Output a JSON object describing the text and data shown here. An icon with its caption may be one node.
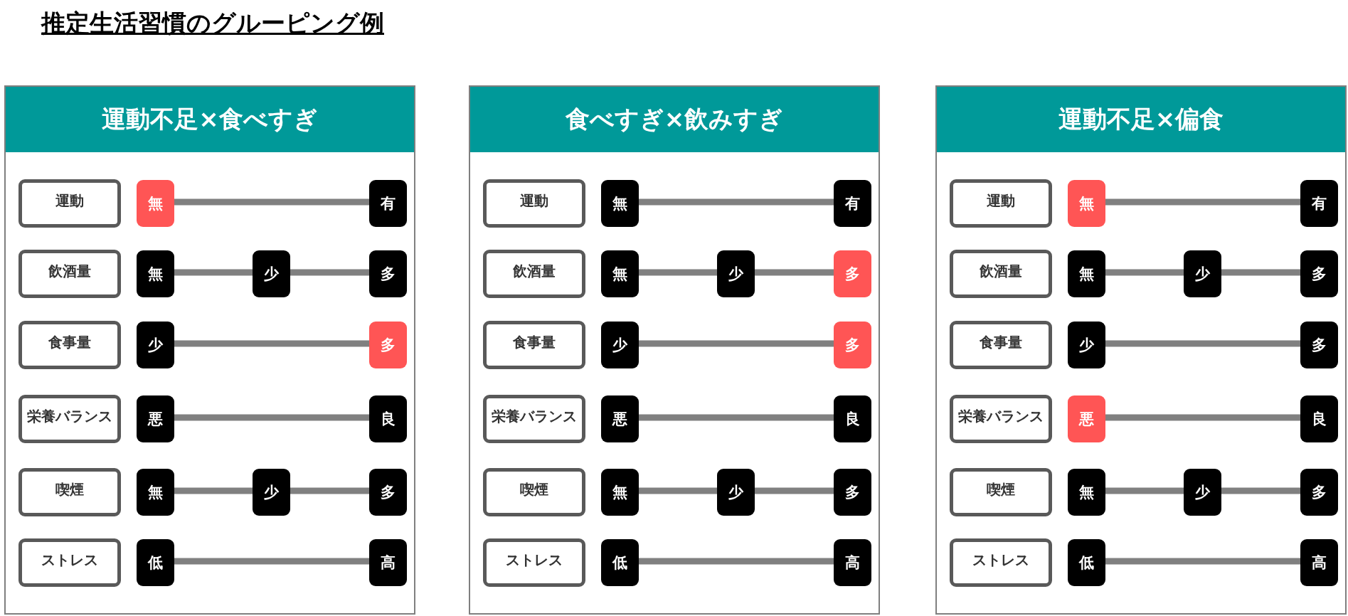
{
  "diagram": {
    "title": "推定生活習慣のグルーピング例",
    "nodes": [
      {
        "text": [
          "運動不足×食べすぎ"
        ]
      },
      {
        "text": [
          "運動"
        ],
        "in": 0
      },
      {
        "text": [
          "無"
        ],
        "in": 0
      },
      {
        "text": [
          "有"
        ],
        "in": 0
      },
      {
        "text": [
          "飲酒量"
        ],
        "in": 0
      },
      {
        "text": [
          "無"
        ],
        "in": 0
      },
      {
        "text": [
          "少"
        ],
        "in": 0
      },
      {
        "text": [
          "多"
        ],
        "in": 0
      },
      {
        "text": [
          "食事量"
        ],
        "in": 0
      },
      {
        "text": [
          "少"
        ],
        "in": 0
      },
      {
        "text": [
          "多"
        ],
        "in": 0
      },
      {
        "text": [
          "栄養バランス"
        ],
        "in": 0
      },
      {
        "text": [
          "悪"
        ],
        "in": 0
      },
      {
        "text": [
          "良"
        ],
        "in": 0
      },
      {
        "text": [
          "喫煙"
        ],
        "in": 0
      },
      {
        "text": [
          "無"
        ],
        "in": 0
      },
      {
        "text": [
          "少"
        ],
        "in": 0
      },
      {
        "text": [
          "多"
        ],
        "in": 0
      },
      {
        "text": [
          "ストレス"
        ],
        "in": 0
      },
      {
        "text": [
          "低"
        ],
        "in": 0
      },
      {
        "text": [
          "高"
        ],
        "in": 0
      },
      {
        "text": [
          "食べすぎ×飲みすぎ"
        ]
      },
      {
        "text": [
          "運動"
        ],
        "in": 21
      },
      {
        "text": [
          "無"
        ],
        "in": 21
      },
      {
        "text": [
          "有"
        ],
        "in": 21
      },
      {
        "text": [
          "飲酒量"
        ],
        "in": 21
      },
      {
        "text": [
          "無"
        ],
        "in": 21
      },
      {
        "text": [
          "少"
        ],
        "in": 21
      },
      {
        "text": [
          "多"
        ],
        "in": 21
      },
      {
        "text": [
          "食事量"
        ],
        "in": 21
      },
      {
        "text": [
          "少"
        ],
        "in": 21
      },
      {
        "text": [
          "多"
        ],
        "in": 21
      },
      {
        "text": [
          "栄養バランス"
        ],
        "in": 21
      },
      {
        "text": [
          "悪"
        ],
        "in": 21
      },
      {
        "text": [
          "良"
        ],
        "in": 21
      },
      {
        "text": [
          "喫煙"
        ],
        "in": 21
      },
      {
        "text": [
          "無"
        ],
        "in": 21
      },
      {
        "text": [
          "少"
        ],
        "in": 21
      },
      {
        "text": [
          "多"
        ],
        "in": 21
      },
      {
        "text": [
          "ストレス"
        ],
        "in": 21
      },
      {
        "text": [
          "低"
        ],
        "in": 21
      },
      {
        "text": [
          "高"
        ],
        "in": 21
      },
      {
        "text": [
          "運動不足×偏食"
        ]
      },
      {
        "text": [
          "運動"
        ],
        "in": 42
      },
      {
        "text": [
          "無"
        ],
        "in": 42
      },
      {
        "text": [
          "有"
        ],
        "in": 42
      },
      {
        "text": [
          "飲酒量"
        ],
        "in": 42
      },
      {
        "text": [
          "無"
        ],
        "in": 42
      },
      {
        "text": [
          "少"
        ],
        "in": 42
      },
      {
        "text": [
          "多"
        ],
        "in": 42
      },
      {
        "text": [
          "食事量"
        ],
        "in": 42
      },
      {
        "text": [
          "少"
        ],
        "in": 42
      },
      {
        "text": [
          "多"
        ],
        "in": 42
      },
      {
        "text": [
          "栄養バランス"
        ],
        "in": 42
      },
      {
        "text": [
          "悪"
        ],
        "in": 42
      },
      {
        "text": [
          "良"
        ],
        "in": 42
      },
      {
        "text": [
          "喫煙"
        ],
        "in": 42
      },
      {
        "text": [
          "無"
        ],
        "in": 42
      },
      {
        "text": [
          "少"
        ],
        "in": 42
      },
      {
        "text": [
          "多"
        ],
        "in": 42
      },
      {
        "text": [
          "ストレス"
        ],
        "in": 42
      },
      {
        "text": [
          "低"
        ],
        "in": 42
      },
      {
        "text": [
          "高"
        ],
        "in": 42
      }
    ],
    "edges": [
      {
        "from": 2,
        "to": 3,
        "arrow": "none"
      },
      {
        "from": 5,
        "to": 6,
        "arrow": "none"
      },
      {
        "from": 6,
        "to": 7,
        "arrow": "none"
      },
      {
        "from": 9,
        "to": 10,
        "arrow": "none"
      },
      {
        "from": 12,
        "to": 13,
        "arrow": "none"
      },
      {
        "from": 15,
        "to": 16,
        "arrow": "none"
      },
      {
        "from": 16,
        "to": 17,
        "arrow": "none"
      },
      {
        "from": 19,
        "to": 20,
        "arrow": "none"
      },
      {
        "from": 23,
        "to": 24,
        "arrow": "none"
      },
      {
        "from": 26,
        "to": 27,
        "arrow": "none"
      },
      {
        "from": 27,
        "to": 28,
        "arrow": "none"
      },
      {
        "from": 30,
        "to": 31,
        "arrow": "none"
      },
      {
        "from": 33,
        "to": 34,
        "arrow": "none"
      },
      {
        "from": 36,
        "to": 37,
        "arrow": "none"
      },
      {
        "from": 37,
        "to": 38,
        "arrow": "none"
      },
      {
        "from": 40,
        "to": 41,
        "arrow": "none"
      },
      {
        "from": 44,
        "to": 45,
        "arrow": "none"
      },
      {
        "from": 47,
        "to": 48,
        "arrow": "none"
      },
      {
        "from": 48,
        "to": 49,
        "arrow": "none"
      },
      {
        "from": 51,
        "to": 52,
        "arrow": "none"
      },
      {
        "from": 54,
        "to": 55,
        "arrow": "none"
      },
      {
        "from": 57,
        "to": 58,
        "arrow": "none"
      },
      {
        "from": 58,
        "to": 59,
        "arrow": "none"
      },
      {
        "from": 61,
        "to": 62,
        "arrow": "none"
      }
    ]
  }
}
